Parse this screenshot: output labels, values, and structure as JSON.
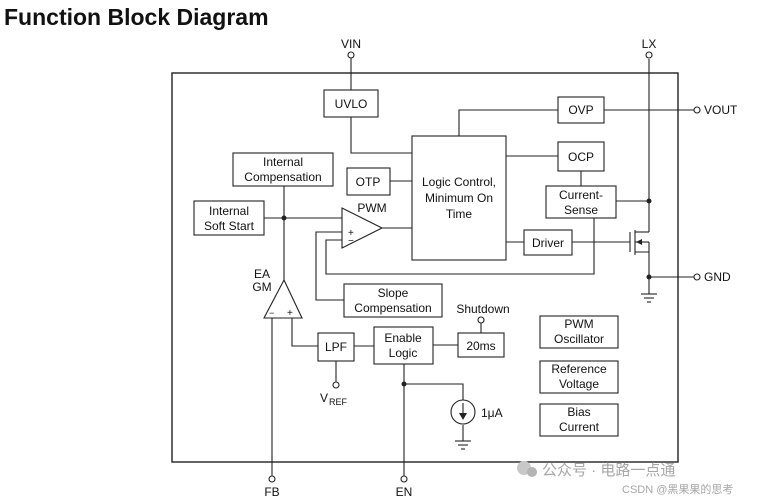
{
  "title": "Function Block Diagram",
  "pins": {
    "vin": "VIN",
    "lx": "LX",
    "vout": "VOUT",
    "gnd": "GND",
    "fb": "FB",
    "en": "EN"
  },
  "blocks": {
    "uvlo": "UVLO",
    "ovp": "OVP",
    "ocp": "OCP",
    "otp": "OTP",
    "logic_control": [
      "Logic Control,",
      "Minimum On",
      "Time"
    ],
    "current_sense": [
      "Current-",
      "Sense"
    ],
    "driver": "Driver",
    "internal_compensation": [
      "Internal",
      "Compensation"
    ],
    "internal_soft_start": [
      "Internal",
      "Soft Start"
    ],
    "pwm_label": "PWM",
    "slope_compensation": [
      "Slope",
      "Compensation"
    ],
    "ea_gm": [
      "EA",
      "GM"
    ],
    "lpf": "LPF",
    "enable_logic": [
      "Enable",
      "Logic"
    ],
    "delay_20ms": "20ms",
    "shutdown": "Shutdown",
    "vref": "V",
    "vref_sub": "REF",
    "current_source": "1μA",
    "pwm_oscillator": [
      "PWM",
      "Oscillator"
    ],
    "reference_voltage": [
      "Reference",
      "Voltage"
    ],
    "bias_current": [
      "Bias",
      "Current"
    ]
  },
  "comparator_signs": {
    "plus": "+",
    "minus": "−"
  },
  "watermark": {
    "line1": "公众号 · 电路一点通",
    "line2": "CSDN @黑果果的思考"
  }
}
